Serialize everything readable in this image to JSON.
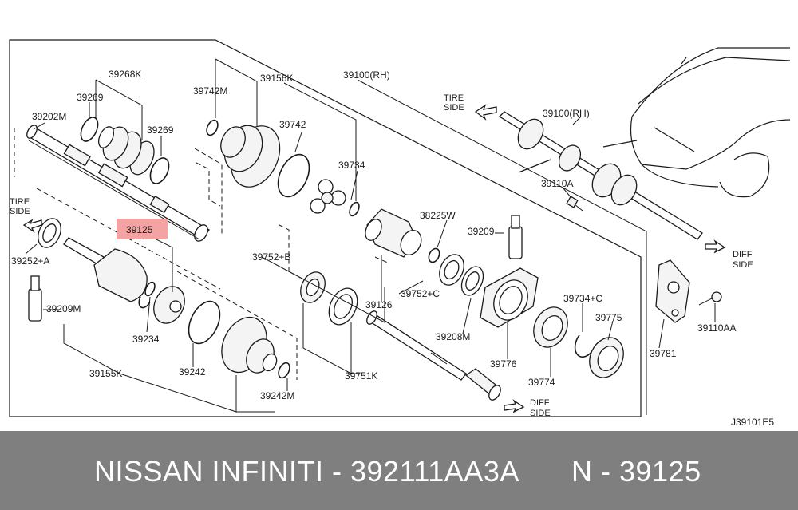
{
  "diagram": {
    "drawing_code": "J39101E5",
    "highlight_color": "#f4a3a3",
    "labels": {
      "p39268K": "39268K",
      "p39269a": "39269",
      "p39269b": "39269",
      "p39202M": "39202M",
      "p39742M": "39742M",
      "p39156K": "39156K",
      "p39100RH_top": "39100(RH)",
      "p39742": "39742",
      "p39734": "39734",
      "p38225W": "38225W",
      "p39209": "39209",
      "p39752B": "39752+B",
      "p39752C": "39752+C",
      "p39126": "39126",
      "p39208M": "39208M",
      "p39776": "39776",
      "p39734C": "39734+C",
      "p39775": "39775",
      "p39774": "39774",
      "p39751K": "39751K",
      "p39252A": "39252+A",
      "p39125": "39125",
      "p39209M": "39209M",
      "p39234": "39234",
      "p39242": "39242",
      "p39155K": "39155K",
      "p39242M": "39242M",
      "p39100RH_right": "39100(RH)",
      "p39110A": "39110A",
      "p39110AA": "39110AA",
      "p39781": "39781",
      "tire_side_left_1": "TIRE",
      "tire_side_left_2": "SIDE",
      "tire_side_right_1": "TIRE",
      "tire_side_right_2": "SIDE",
      "diff_side_bottom_1": "DIFF",
      "diff_side_bottom_2": "SIDE",
      "diff_side_right_1": "DIFF",
      "diff_side_right_2": "SIDE"
    }
  },
  "footer": {
    "brand_text": "NISSAN INFINITI - 392111AA3A",
    "part_text": "N - 39125",
    "background": "#7f7f7f"
  }
}
